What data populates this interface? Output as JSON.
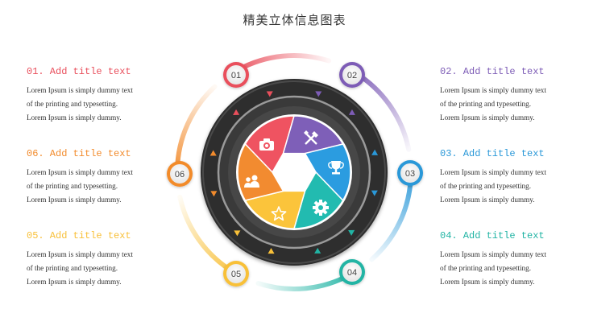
{
  "title": "精美立体信息图表",
  "items": [
    {
      "number": "01",
      "heading": "01. Add title text",
      "color": "#e94f5c",
      "lines": [
        "Lorem Ipsum is simply dummy text",
        "of the printing and typesetting.",
        "Lorem Ipsum is simply dummy."
      ]
    },
    {
      "number": "02",
      "heading": "02. Add title text",
      "color": "#7d5cb6",
      "lines": [
        "Lorem Ipsum is simply dummy text",
        "of the printing and typesetting.",
        "Lorem Ipsum is simply dummy."
      ]
    },
    {
      "number": "03",
      "heading": "03. Add title text",
      "color": "#2a98d8",
      "lines": [
        "Lorem Ipsum is simply dummy text",
        "of the printing and typesetting.",
        "Lorem Ipsum is simply dummy."
      ]
    },
    {
      "number": "04",
      "heading": "04. Add title text",
      "color": "#21b4a4",
      "lines": [
        "Lorem Ipsum is simply dummy text",
        "of the printing and typesetting.",
        "Lorem Ipsum is simply dummy."
      ]
    },
    {
      "number": "05",
      "heading": "05. Add title text",
      "color": "#f8c039",
      "lines": [
        "Lorem Ipsum is simply dummy text",
        "of the printing and typesetting.",
        "Lorem Ipsum is simply dummy."
      ]
    },
    {
      "number": "06",
      "heading": "06. Add title text",
      "color": "#f28b2c",
      "lines": [
        "Lorem Ipsum is simply dummy text",
        "of the printing and typesetting.",
        "Lorem Ipsum is simply dummy."
      ]
    }
  ],
  "segments": [
    {
      "icon": "camera-icon",
      "color": "#ef5361"
    },
    {
      "icon": "tools-icon",
      "color": "#7e5fb8"
    },
    {
      "icon": "trophy-icon",
      "color": "#2b9ce0"
    },
    {
      "icon": "gear-icon",
      "color": "#22bbb0"
    },
    {
      "icon": "star-icon",
      "color": "#fbc43b"
    },
    {
      "icon": "users-icon",
      "color": "#f28b30"
    }
  ],
  "ring_color": "#3a3a3a"
}
